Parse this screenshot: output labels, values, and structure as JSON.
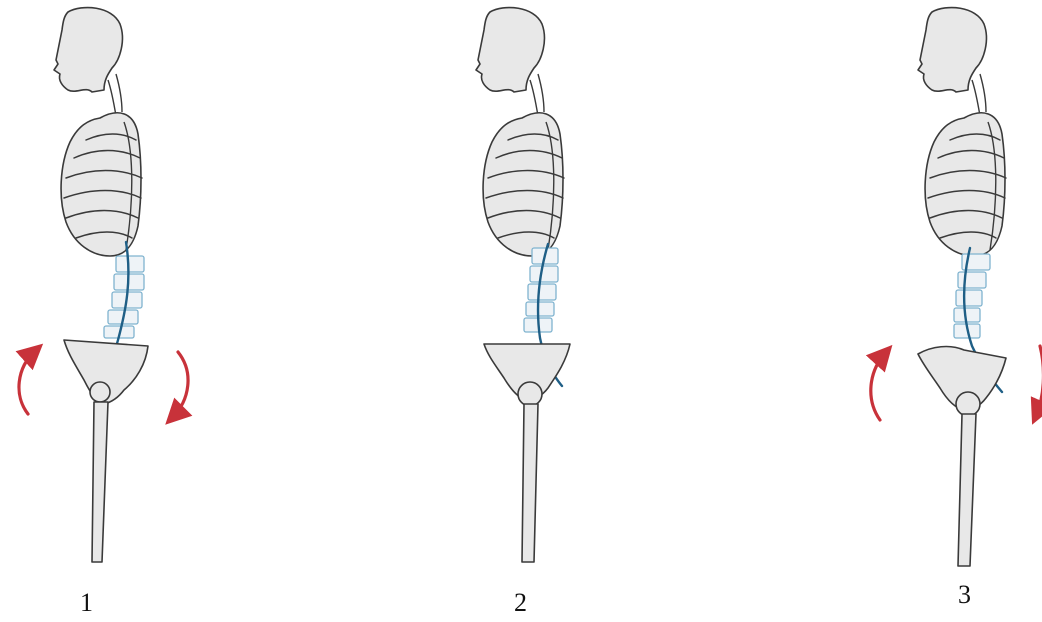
{
  "figures": [
    {
      "label": "1",
      "pelvic_tilt": "anterior"
    },
    {
      "label": "2",
      "pelvic_tilt": "neutral"
    },
    {
      "label": "3",
      "pelvic_tilt": "posterior"
    }
  ],
  "colors": {
    "spine_line": "#1f5f86",
    "arrow": "#c8323a",
    "bone_fill": "#e8e8e8",
    "outline": "#3a3a3a"
  }
}
